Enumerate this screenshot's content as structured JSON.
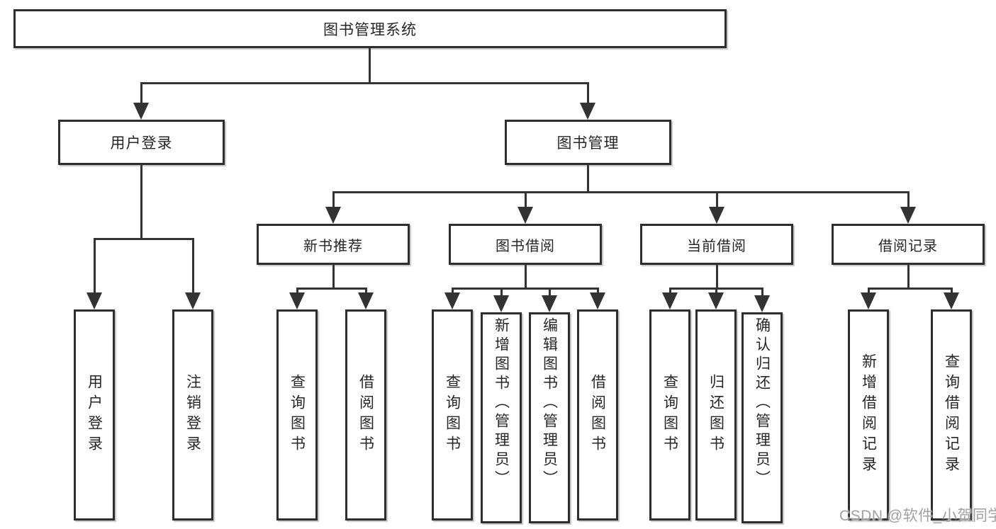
{
  "diagram": {
    "root": {
      "label": "图书管理系统"
    },
    "user_branch": {
      "label": "用户登录",
      "children": [
        {
          "label": "用户登录"
        },
        {
          "label": "注销登录"
        }
      ]
    },
    "book_branch": {
      "label": "图书管理",
      "sections": [
        {
          "label": "新书推荐",
          "children": [
            {
              "label": "查询图书"
            },
            {
              "label": "借阅图书"
            }
          ]
        },
        {
          "label": "图书借阅",
          "children": [
            {
              "label": "查询图书"
            },
            {
              "label": "新增图书（管理员）"
            },
            {
              "label": "编辑图书（管理员）"
            },
            {
              "label": "借阅图书"
            }
          ]
        },
        {
          "label": "当前借阅",
          "children": [
            {
              "label": "查询图书"
            },
            {
              "label": "归还图书"
            },
            {
              "label": "确认归还（管理员）"
            }
          ]
        },
        {
          "label": "借阅记录",
          "children": [
            {
              "label": "新增借阅记录"
            },
            {
              "label": "查询借阅记录"
            }
          ]
        }
      ]
    }
  },
  "watermark": {
    "text": "CSDN @软件_小贺同学"
  },
  "colors": {
    "line": "#333333",
    "border": "#2e2e2e",
    "text": "#262626",
    "watermark": "#a0a0a0",
    "background": "#ffffff"
  }
}
